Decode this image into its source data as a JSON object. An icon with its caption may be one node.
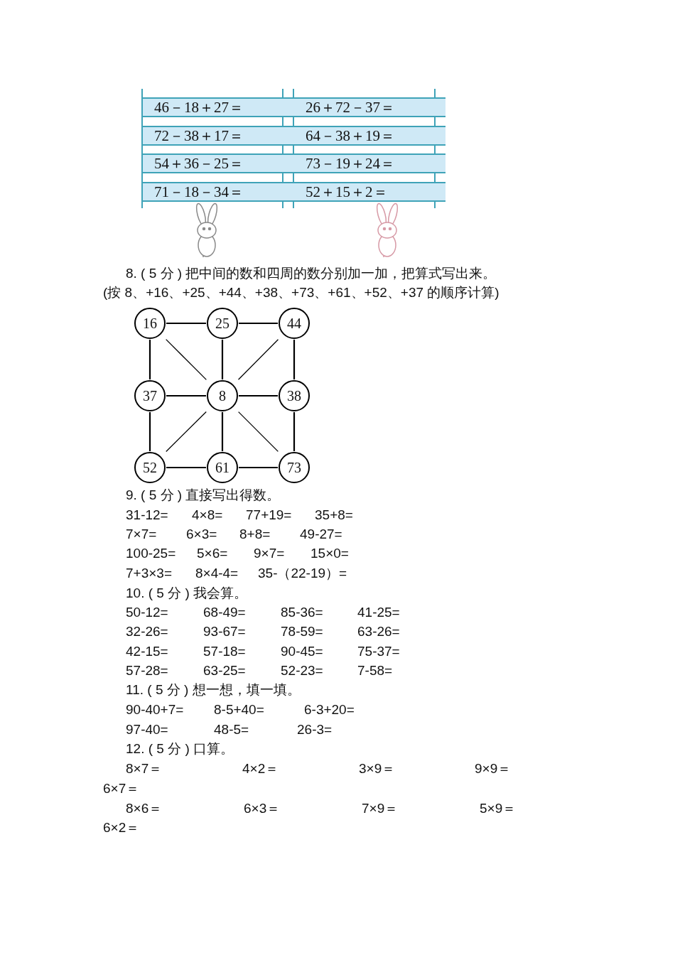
{
  "diagram": {
    "nodes": [
      {
        "text": [
          "16"
        ]
      },
      {
        "text": [
          "25"
        ]
      },
      {
        "text": [
          "44"
        ]
      },
      {
        "text": [
          "37"
        ]
      },
      {
        "text": [
          "8"
        ]
      },
      {
        "text": [
          "38"
        ]
      },
      {
        "text": [
          "52"
        ]
      },
      {
        "text": [
          "61"
        ]
      },
      {
        "text": [
          "73"
        ]
      }
    ],
    "edges": [
      {
        "from": 0,
        "to": 1,
        "arrow": "none"
      },
      {
        "from": 1,
        "to": 2,
        "arrow": "none"
      },
      {
        "from": 0,
        "to": 3,
        "arrow": "none"
      },
      {
        "from": 1,
        "to": 4,
        "arrow": "none"
      },
      {
        "from": 2,
        "to": 5,
        "arrow": "none"
      },
      {
        "from": 0,
        "to": 4,
        "arrow": "none"
      },
      {
        "from": 2,
        "to": 4,
        "arrow": "none"
      },
      {
        "from": 3,
        "to": 4,
        "arrow": "none"
      },
      {
        "from": 4,
        "to": 5,
        "arrow": "none"
      },
      {
        "from": 3,
        "to": 6,
        "arrow": "none"
      },
      {
        "from": 5,
        "to": 8,
        "arrow": "none"
      },
      {
        "from": 4,
        "to": 6,
        "arrow": "none"
      },
      {
        "from": 4,
        "to": 7,
        "arrow": "none"
      },
      {
        "from": 4,
        "to": 8,
        "arrow": "none"
      },
      {
        "from": 6,
        "to": 7,
        "arrow": "none"
      },
      {
        "from": 7,
        "to": 8,
        "arrow": "none"
      }
    ],
    "labels": [
      "46－18＋27＝",
      "26＋72－37＝",
      "72－38＋17＝",
      "64－38＋19＝",
      "54＋36－25＝",
      "73－19＋24＝",
      "71－18－34＝",
      "52＋15＋2＝",
      "8. ( 5 分 ) 把中间的数和四周的数分别加一加，把算式写出来。",
      "(按 8、+16、+25、+44、+38、+73、+61、+52、+37 的顺序计算)",
      "9. ( 5 分 ) 直接写出得数。",
      "31-12=",
      "4×8=",
      "77+19=",
      "35+8=",
      "7×7=",
      "6×3=",
      "8+8=",
      "49-27=",
      "100-25=",
      "5×6=",
      "9×7=",
      "15×0=",
      "7+3×3=",
      "8×4-4=",
      "35-（22-19）=",
      "10. ( 5 分 ) 我会算。",
      "50-12=",
      "68-49=",
      "85-36=",
      "41-25=",
      "32-26=",
      "93-67=",
      "78-59=",
      "63-26=",
      "42-15=",
      "57-18=",
      "90-45=",
      "75-37=",
      "57-28=",
      "63-25=",
      "52-23=",
      "7-58=",
      "11. ( 5 分 ) 想一想，填一填。",
      "90-40+7=",
      "8-5+40=",
      "6-3+20=",
      "97-40=",
      "48-5=",
      "26-3=",
      "12. ( 5 分 ) 口算。",
      "8×7＝",
      "4×2＝",
      "3×9＝",
      "9×9＝",
      "6×7＝",
      "8×6＝",
      "6×3＝",
      "7×9＝",
      "5×9＝",
      "6×2＝"
    ]
  }
}
